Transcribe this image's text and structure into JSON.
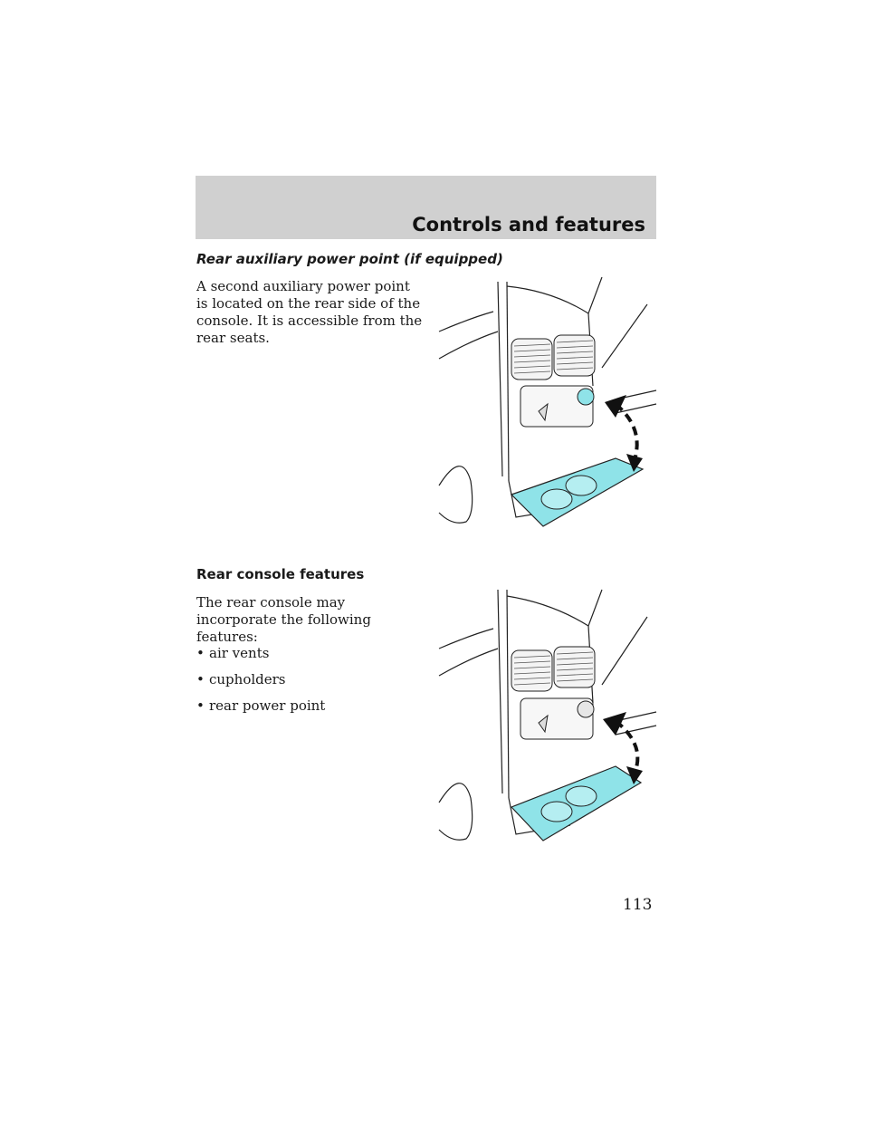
{
  "header": {
    "section_title": "Controls and features"
  },
  "sections": [
    {
      "heading": "Rear auxiliary power point (if equipped)",
      "body": "A second auxiliary power point is located on the rear side of the console. It is accessible from the rear seats."
    },
    {
      "heading": "Rear console features",
      "body": "The rear console may incorporate the following features:",
      "bullets": [
        "air vents",
        "cupholders",
        "rear power point"
      ]
    }
  ],
  "illustrations": [
    {
      "icon": "rear-console-power-point-illustration",
      "accent_color": "#8fe3e8"
    },
    {
      "icon": "rear-console-cupholder-illustration",
      "accent_color": "#8fe3e8"
    }
  ],
  "footer": {
    "page_number": "113"
  }
}
